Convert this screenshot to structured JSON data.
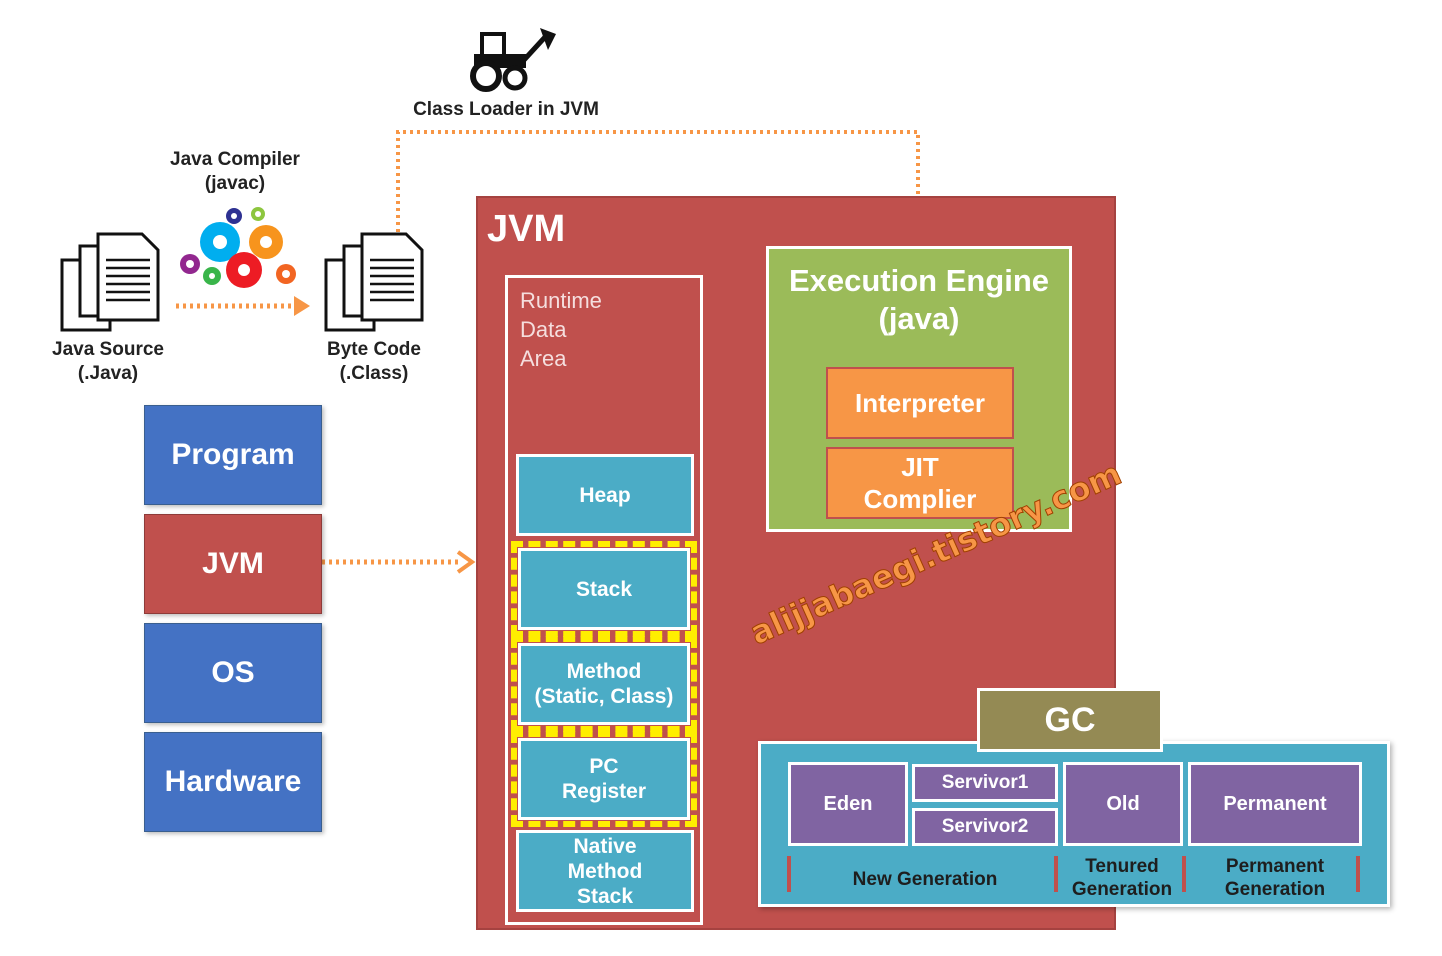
{
  "class_loader": {
    "label": "Class Loader in JVM"
  },
  "compiler": {
    "label": "Java Compiler\n(javac)"
  },
  "java_source": {
    "label": "Java Source\n(.Java)"
  },
  "byte_code": {
    "label": "Byte Code\n(.Class)"
  },
  "stack_layers": [
    "Program",
    "JVM",
    "OS",
    "Hardware"
  ],
  "jvm": {
    "title": "JVM",
    "runtime_data_area": "Runtime\nData\nArea",
    "areas": {
      "heap": "Heap",
      "stack": "Stack",
      "method": "Method\n(Static, Class)",
      "pc_register": "PC\nRegister",
      "native_method_stack": "Native\nMethod\nStack"
    }
  },
  "execution_engine": {
    "title": "Execution Engine\n(java)",
    "interpreter": "Interpreter",
    "jit": "JIT\nComplier"
  },
  "gc": {
    "title": "GC",
    "eden": "Eden",
    "survivor1": "Servivor1",
    "survivor2": "Servivor2",
    "old": "Old",
    "permanent": "Permanent",
    "new_generation": "New Generation",
    "tenured_generation": "Tenured\nGeneration",
    "permanent_generation": "Permanent\nGeneration"
  },
  "watermark": "alijjabaegi.tistory.com",
  "colors": {
    "jvm_red": "#c0504d",
    "layer_blue": "#4472c4",
    "area_cyan": "#4bacc6",
    "engine_green": "#9bbb59",
    "engine_orange": "#f79646",
    "gc_olive": "#948a54",
    "gc_purple": "#8064a2",
    "dotted_arrow": "#f79646",
    "highlight_yellow": "#ffee00"
  }
}
